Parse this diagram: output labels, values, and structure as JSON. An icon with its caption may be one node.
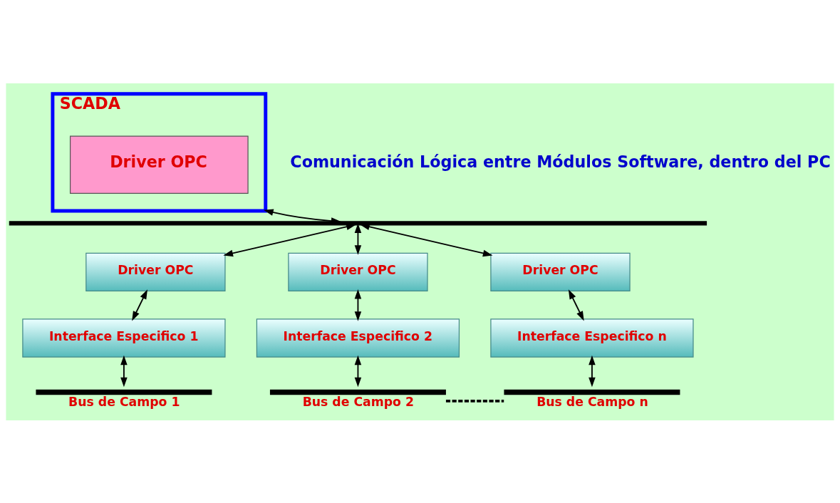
{
  "diagram": {
    "nodes": [
      {
        "text": [
          "SCADA"
        ]
      },
      {
        "text": [
          "Driver OPC"
        ],
        "in": 0
      },
      {
        "text": [],
        "shape": "bar",
        "beside": [
          "Comunicación Lógica entre Módulos Software, dentro del PC"
        ]
      },
      {
        "text": [
          "Driver OPC"
        ]
      },
      {
        "text": [
          "Driver OPC"
        ]
      },
      {
        "text": [
          "Driver OPC"
        ]
      },
      {
        "text": [
          "Interface Especifico 1"
        ]
      },
      {
        "text": [
          "Interface Especifico 2"
        ]
      },
      {
        "text": [
          "Interface Especifico n"
        ]
      },
      {
        "text": [
          "Bus de Campo 1"
        ]
      },
      {
        "text": [
          "Bus de Campo 2"
        ]
      },
      {
        "text": [
          "Bus de Campo n"
        ]
      }
    ],
    "edges": [
      {
        "from": 0,
        "to": 2,
        "arrow": "both"
      },
      {
        "from": 2,
        "to": 3,
        "arrow": "both"
      },
      {
        "from": 2,
        "to": 4,
        "arrow": "both"
      },
      {
        "from": 2,
        "to": 5,
        "arrow": "both"
      },
      {
        "from": 3,
        "to": 6,
        "arrow": "both"
      },
      {
        "from": 4,
        "to": 7,
        "arrow": "both"
      },
      {
        "from": 5,
        "to": 8,
        "arrow": "both"
      },
      {
        "from": 6,
        "to": 9,
        "arrow": "both"
      },
      {
        "from": 7,
        "to": 10,
        "arrow": "both"
      },
      {
        "from": 8,
        "to": 11,
        "arrow": "both"
      },
      {
        "from": 10,
        "to": 11,
        "arrow": "none",
        "style": "dashed"
      }
    ]
  }
}
